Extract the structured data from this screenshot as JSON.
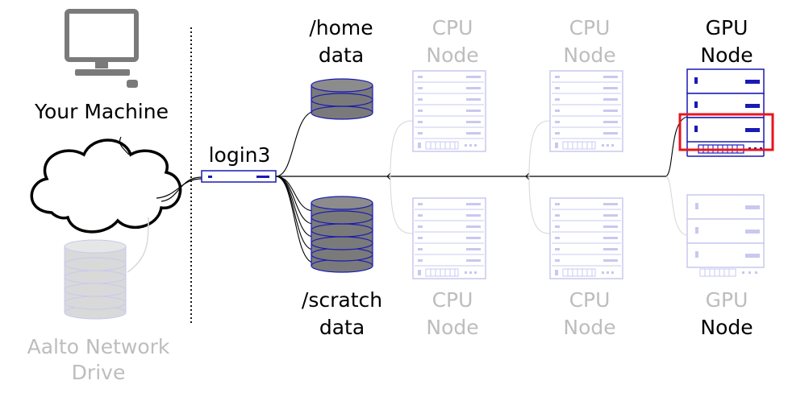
{
  "labels": {
    "your_machine": "Your Machine",
    "aalto_drive_line1": "Aalto Network",
    "aalto_drive_line2": "Drive",
    "login": "login3",
    "home_line1": "/home",
    "home_line2": "data",
    "scratch_line1": "/scratch",
    "scratch_line2": "data",
    "cpu_top_1_line1": "CPU",
    "cpu_top_1_line2": "Node",
    "cpu_top_2_line1": "CPU",
    "cpu_top_2_line2": "Node",
    "gpu_top_line1": "GPU",
    "gpu_top_line2": "Node",
    "cpu_bottom_1_line1": "CPU",
    "cpu_bottom_1_line2": "Node",
    "cpu_bottom_2_line1": "CPU",
    "cpu_bottom_2_line2": "Node",
    "gpu_bottom_line1": "GPU",
    "gpu_bottom_line2": "Node"
  },
  "colors": {
    "active_text": "#000000",
    "faint_text": "#bdbdbd",
    "active_outline": "#1a1ab4",
    "faint_outline": "#c8c8f0",
    "disk_active": "#7a7a7a",
    "disk_faint": "#d9d9d9",
    "highlight": "#e8141e"
  },
  "highlight": {
    "target": "gpu-node-top-slot-3"
  }
}
